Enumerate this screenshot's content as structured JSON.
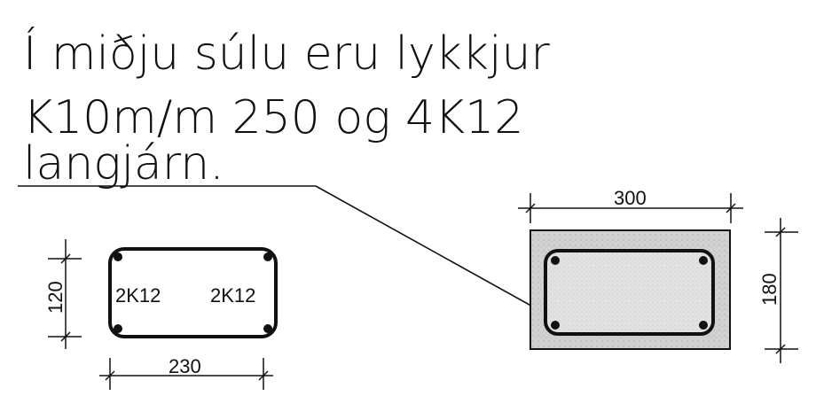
{
  "note": {
    "line1": "Í miðju súlu eru lykkjur",
    "line2": "K10m/m 250 og 4K12",
    "line3": "langjárn."
  },
  "section_small": {
    "width_dim": "230",
    "height_dim": "120",
    "left_bars": "2K12",
    "right_bars": "2K12"
  },
  "section_large": {
    "width_dim": "300",
    "height_dim": "180"
  },
  "colors": {
    "line": "#111111",
    "concrete_fill": "#d6d6d6",
    "concrete_outer": "#cfcfcf"
  }
}
